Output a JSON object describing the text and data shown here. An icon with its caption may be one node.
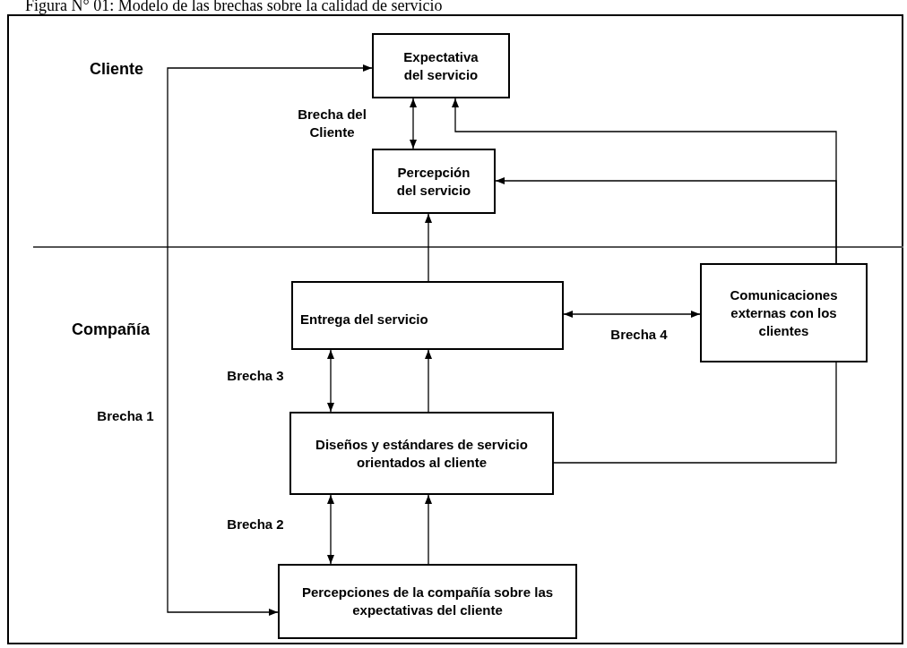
{
  "diagram": {
    "title": "Figura N° 01: Modelo de las brechas sobre la calidad de servicio",
    "nodes": [
      {
        "text": [
          "Expectativa del servicio"
        ]
      },
      {
        "text": [
          "Percepción del servicio"
        ]
      },
      {
        "text": [
          "Entrega del servicio"
        ]
      },
      {
        "text": [
          "Comunicaciones externas con los clientes"
        ]
      },
      {
        "text": [
          "Diseños y estándares de servicio orientados al cliente"
        ]
      },
      {
        "text": [
          "Percepciones de la compañía sobre las expectativas del cliente"
        ]
      }
    ],
    "edges": [
      {
        "from": 5,
        "to": 0,
        "arrow": "both",
        "label": "Brecha 1"
      },
      {
        "from": 0,
        "to": 1,
        "arrow": "both",
        "label": "Brecha del Cliente"
      },
      {
        "from": 2,
        "to": 1,
        "arrow": "to"
      },
      {
        "from": 2,
        "to": 3,
        "arrow": "both",
        "label": "Brecha 4"
      },
      {
        "from": 4,
        "to": 2,
        "arrow": "both",
        "label": "Brecha 3"
      },
      {
        "from": 4,
        "to": 2,
        "arrow": "to"
      },
      {
        "from": 5,
        "to": 4,
        "arrow": "both",
        "label": "Brecha 2"
      },
      {
        "from": 5,
        "to": 4,
        "arrow": "to"
      },
      {
        "from": 4,
        "to": 3,
        "arrow": "none"
      },
      {
        "from": 3,
        "to": 1,
        "arrow": "to"
      },
      {
        "from": 3,
        "to": 0,
        "arrow": "to"
      }
    ],
    "labels": [
      "Cliente",
      "Compañía"
    ]
  }
}
